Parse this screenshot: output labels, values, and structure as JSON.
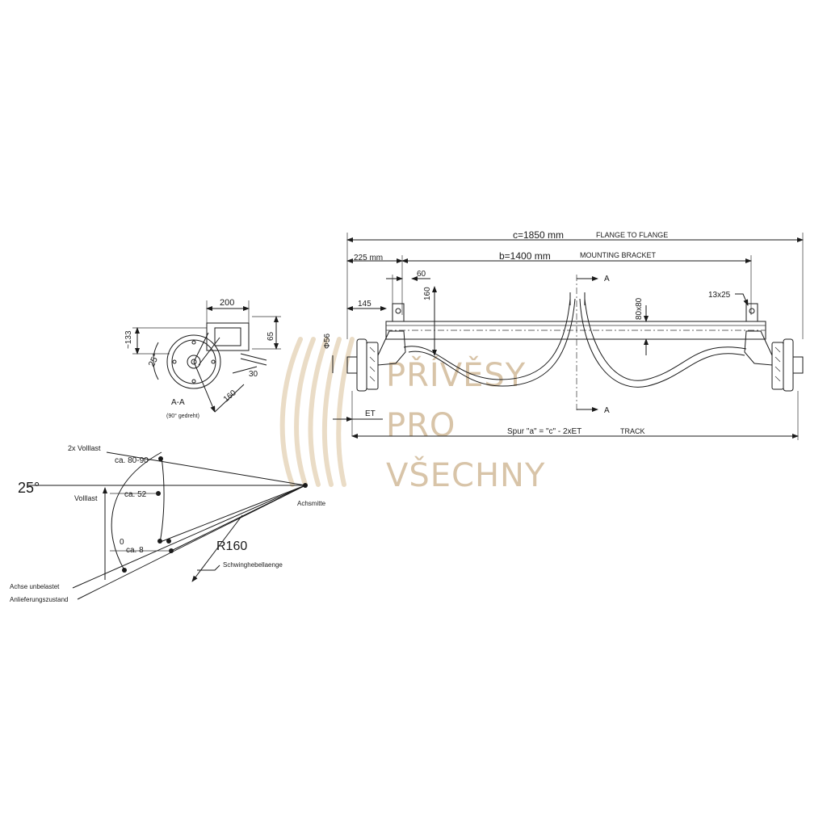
{
  "dimensions": {
    "flange_to_flange_value": "c=1850 mm",
    "flange_to_flange_label": "FLANGE TO FLANGE",
    "bracket_offset": "225 mm",
    "mounting_bracket_value": "b=1400 mm",
    "mounting_bracket_label": "MOUNTING BRACKET",
    "bracket_width": "60",
    "bracket_height": "160",
    "hub_offset": "145",
    "hub_diameter": "Φ56",
    "beam_section": "80x80",
    "slot_size": "13x25",
    "section_marker": "A",
    "et": "ET",
    "track_formula": "Spur \"a\" = \"c\" - 2xET",
    "track_label": "TRACK"
  },
  "section": {
    "width_200": "200",
    "height_133": "~133",
    "height_65": "65",
    "angle_25": "25°",
    "dim_30": "30",
    "dim_160": "160",
    "title": "A-A",
    "subtitle": "(90° gedreht)"
  },
  "load_diagram": {
    "angle": "25°",
    "full_load_double": "2x Volllast",
    "full_load": "Volllast",
    "ca_80_90": "ca. 80-90",
    "ca_52": "ca. 52",
    "zero": "0",
    "ca_8": "ca. 8",
    "radius": "R160",
    "lever_length": "Schwinghebellaenge",
    "axle_center": "Achsmitte",
    "unloaded_line1": "Achse unbelastet",
    "unloaded_line2": "Anlieferungszustand"
  },
  "watermark": {
    "line1": "PŘÍVĚSY",
    "line2": "PRO",
    "line3": "VŠECHNY"
  }
}
